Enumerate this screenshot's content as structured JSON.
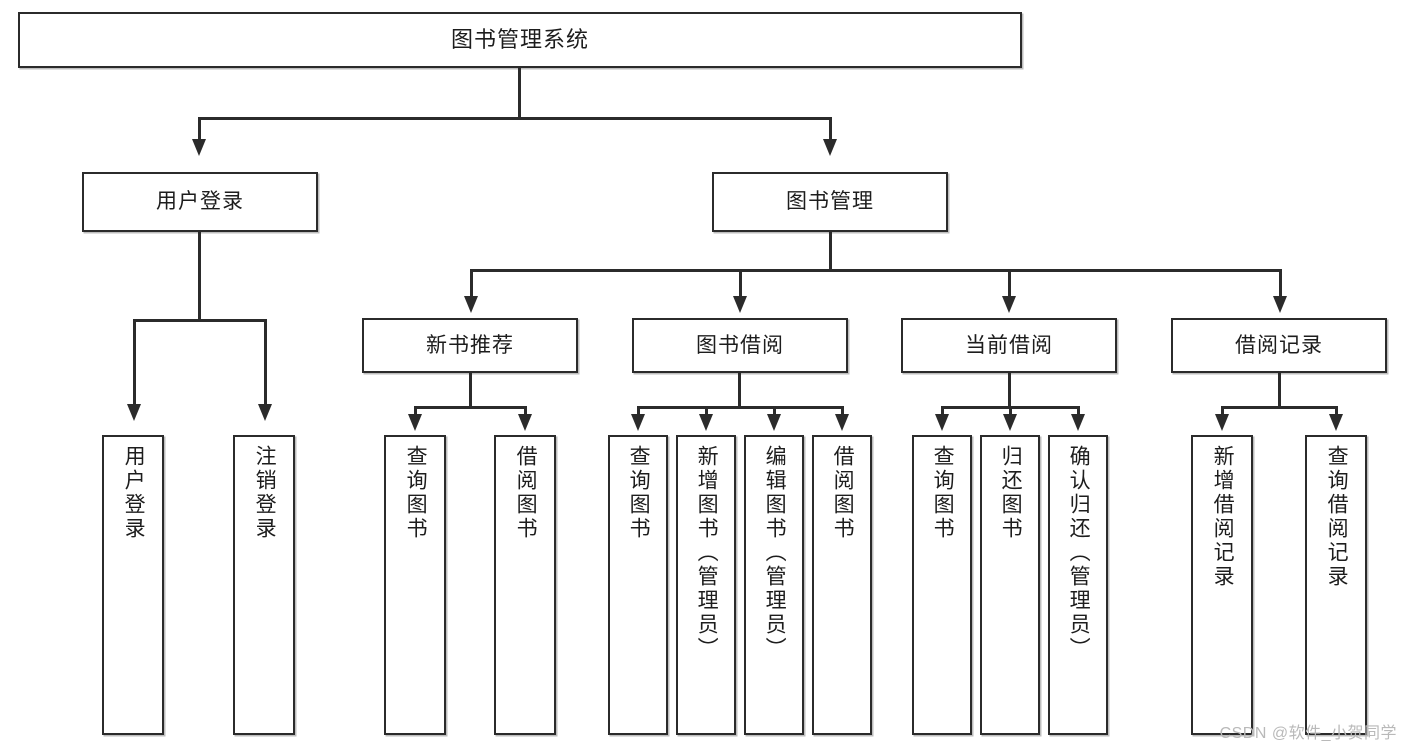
{
  "diagram": {
    "title": "图书管理系统",
    "type": "tree",
    "orientation": "top-down",
    "colors": {
      "box_border": "#2b2b2b",
      "box_fill": "#ffffff",
      "connector": "#2b2b2b",
      "shadow": "#bdbdbd",
      "text": "#1d1d1d",
      "watermark": "#b9b9b9"
    },
    "root": {
      "id": "root",
      "label": "图书管理系统",
      "text_direction": "horizontal"
    },
    "level2": [
      {
        "id": "user-login",
        "label": "用户登录",
        "text_direction": "horizontal"
      },
      {
        "id": "book-manage",
        "label": "图书管理",
        "text_direction": "horizontal"
      }
    ],
    "level3": [
      {
        "id": "new-book-recommend",
        "label": "新书推荐",
        "text_direction": "horizontal",
        "parent": "book-manage"
      },
      {
        "id": "book-borrow",
        "label": "图书借阅",
        "text_direction": "horizontal",
        "parent": "book-manage"
      },
      {
        "id": "current-borrow",
        "label": "当前借阅",
        "text_direction": "horizontal",
        "parent": "book-manage"
      },
      {
        "id": "borrow-record",
        "label": "借阅记录",
        "text_direction": "horizontal",
        "parent": "book-manage"
      }
    ],
    "leaves": [
      {
        "id": "leaf-user-login",
        "label": "用户登录",
        "text_direction": "vertical",
        "parent": "user-login"
      },
      {
        "id": "leaf-logout-login",
        "label": "注销登录",
        "text_direction": "vertical",
        "parent": "user-login"
      },
      {
        "id": "leaf-query-book-1",
        "label": "查询图书",
        "text_direction": "vertical",
        "parent": "new-book-recommend"
      },
      {
        "id": "leaf-borrow-book-1",
        "label": "借阅图书",
        "text_direction": "vertical",
        "parent": "new-book-recommend"
      },
      {
        "id": "leaf-query-book-2",
        "label": "查询图书",
        "text_direction": "vertical",
        "parent": "book-borrow"
      },
      {
        "id": "leaf-add-book",
        "label": "新增图书（管理员）",
        "text_direction": "vertical",
        "parent": "book-borrow"
      },
      {
        "id": "leaf-edit-book",
        "label": "编辑图书（管理员）",
        "text_direction": "vertical",
        "parent": "book-borrow"
      },
      {
        "id": "leaf-borrow-book-2",
        "label": "借阅图书",
        "text_direction": "vertical",
        "parent": "book-borrow"
      },
      {
        "id": "leaf-query-book-3",
        "label": "查询图书",
        "text_direction": "vertical",
        "parent": "current-borrow"
      },
      {
        "id": "leaf-return-book",
        "label": "归还图书",
        "text_direction": "vertical",
        "parent": "current-borrow"
      },
      {
        "id": "leaf-confirm-return",
        "label": "确认归还（管理员）",
        "text_direction": "vertical",
        "parent": "current-borrow"
      },
      {
        "id": "leaf-add-record",
        "label": "新增借阅记录",
        "text_direction": "vertical",
        "parent": "borrow-record"
      },
      {
        "id": "leaf-query-record",
        "label": "查询借阅记录",
        "text_direction": "vertical",
        "parent": "borrow-record"
      }
    ],
    "watermark": "CSDN @软件_小贺同学"
  }
}
